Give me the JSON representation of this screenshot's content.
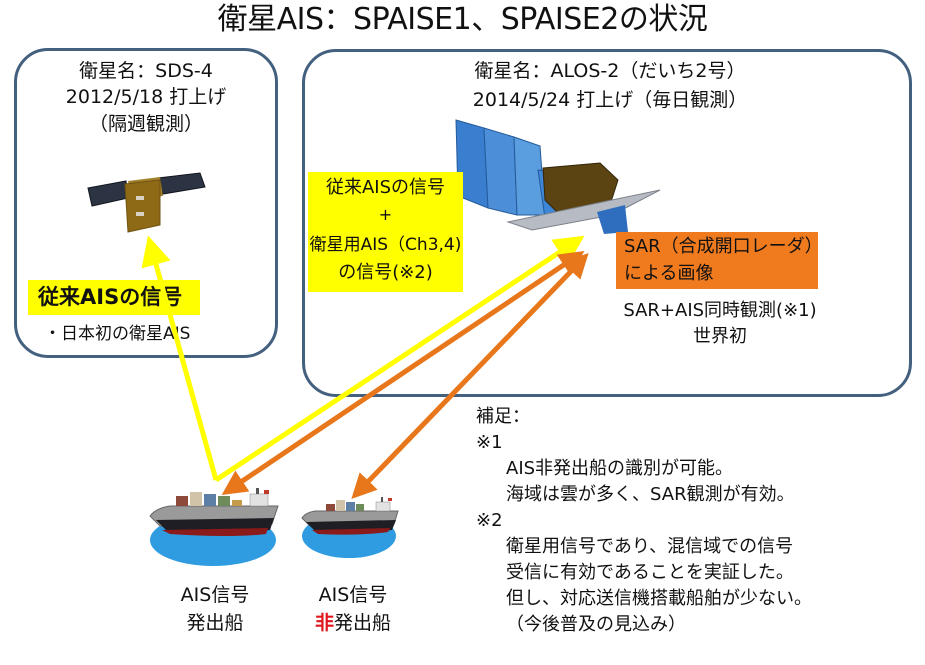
{
  "title": "衛星AIS：SPAISE1、SPAISE2の状況",
  "left_satellite": {
    "name_line": "衛星名：SDS-4",
    "launch_line": "2012/5/18 打上げ",
    "observation_line": "（隔週観測）",
    "signal_label": "従来AISの信号",
    "bullet": "・日本初の衛星AIS",
    "icon": "small-satellite-icon"
  },
  "right_satellite": {
    "name_line": "衛星名：ALOS-2（だいち2号）",
    "launch_line": "2014/5/24 打上げ（毎日観測）",
    "signal_label_lines": [
      "従来AISの信号",
      "+",
      "衛星用AIS（Ch3,4)",
      "の信号(※2)"
    ],
    "sar_label_lines": [
      "SAR（合成開口レーダ）",
      "による画像"
    ],
    "feature_lines": [
      "SAR+AIS同時観測(※1)",
      "世界初"
    ],
    "icon": "alos2-satellite-icon"
  },
  "ships": [
    {
      "line1": "AIS信号",
      "line2_prefix": "",
      "line2": "発出船",
      "icon": "container-ship-icon"
    },
    {
      "line1": "AIS信号",
      "line2_prefix": "非",
      "line2": "発出船",
      "icon": "container-ship-icon"
    }
  ],
  "notes": {
    "heading": "補足：",
    "items": [
      {
        "mark": "※1",
        "lines": [
          "AIS非発出船の識別が可能。",
          "海域は雲が多く、SAR観測が有効。"
        ]
      },
      {
        "mark": "※2",
        "lines": [
          "衛星用信号であり、混信域での信号",
          "受信に有効であることを実証した。",
          "但し、対応送信機搭載船舶が少ない。",
          "（今後普及の見込み）"
        ]
      }
    ]
  },
  "colors": {
    "box_border": "#44607f",
    "yellow": "#ffff00",
    "orange": "#f07b1f",
    "sea": "#2f9be0",
    "emphasis_red": "#e0161e"
  }
}
